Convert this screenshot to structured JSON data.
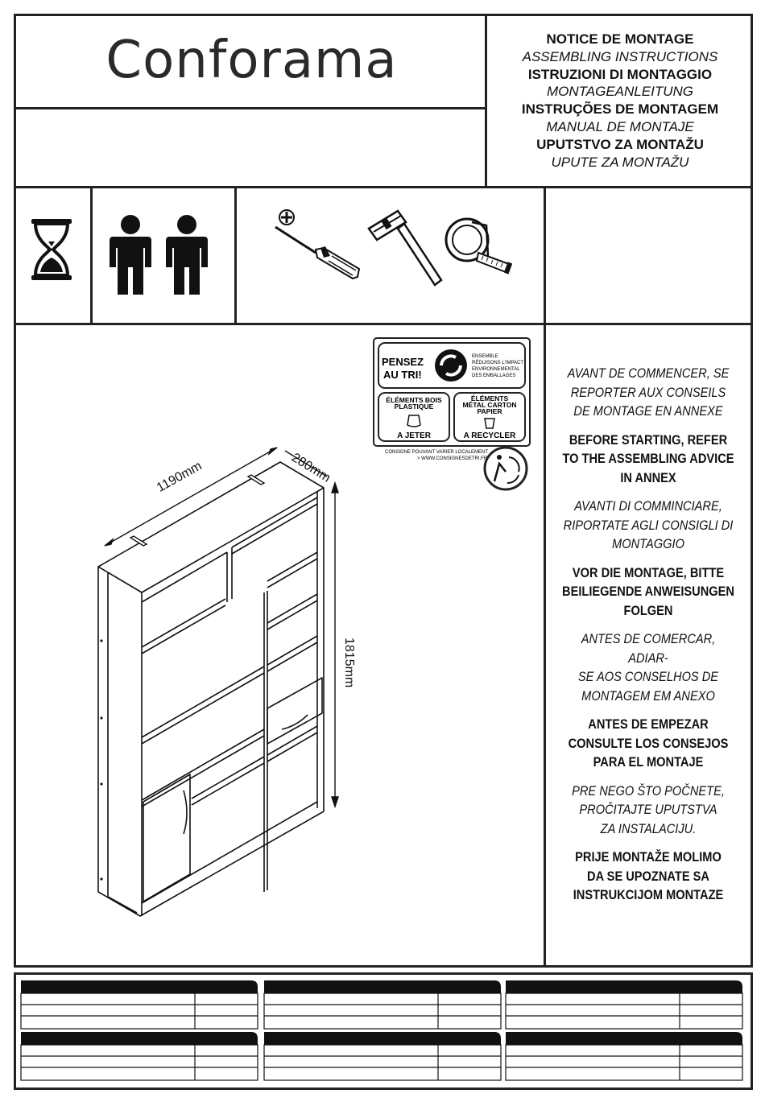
{
  "brand": {
    "logo_text": "Conforama"
  },
  "titles": [
    {
      "text": "NOTICE DE MONTAGE",
      "style": "bold"
    },
    {
      "text": "ASSEMBLING INSTRUCTIONS",
      "style": "italic"
    },
    {
      "text": "ISTRUZIONI DI MONTAGGIO",
      "style": "bold"
    },
    {
      "text": "MONTAGEANLEITUNG",
      "style": "italic"
    },
    {
      "text": "INSTRUÇÕES DE MONTAGEM",
      "style": "bold"
    },
    {
      "text": "MANUAL DE MONTAJE",
      "style": "italic"
    },
    {
      "text": "UPUTSTVO ZA MONTAŽU",
      "style": "bold"
    },
    {
      "text": "UPUTE ZA MONTAŽU",
      "style": "italic"
    }
  ],
  "requirements": {
    "time_icon": "hourglass-icon",
    "persons_icon": "two-persons-icon",
    "tools": [
      "phillips-screwdriver-icon",
      "hammer-icon",
      "tape-measure-icon"
    ]
  },
  "dimensions": {
    "width": "1190mm",
    "depth": "280mm",
    "height": "1815mm"
  },
  "recycling": {
    "pensez": "PENSEZ",
    "au_tri": "AU TRI!",
    "ensemble": [
      "ENSEMBLE",
      "RÉDUISONS L'IMPACT",
      "ENVIRONNEMENTAL",
      "DES EMBALLAGES"
    ],
    "bois_title": [
      "ÉLÉMENTS BOIS",
      "PLASTIQUE"
    ],
    "bois_action": "A JETER",
    "metal_title": [
      "ÉLÉMENTS",
      "MÉTAL CARTON",
      "PAPIER"
    ],
    "metal_action": "A RECYCLER",
    "footnote": [
      "CONSIGNE POUVANT VARIER LOCALEMENT",
      "> WWW.CONSIGNESDETRI.FR"
    ]
  },
  "advice": [
    {
      "text": "AVANT DE COMMENCER, SE\nREPORTER AUX CONSEILS\nDE MONTAGE EN ANNEXE",
      "style": "italic"
    },
    {
      "text": "BEFORE STARTING, REFER\nTO THE ASSEMBLING ADVICE\nIN ANNEX",
      "style": "bold"
    },
    {
      "text": "AVANTI DI COMMINCIARE,\nRIPORTATE AGLI CONSIGLI DI\nMONTAGGIO",
      "style": "italic"
    },
    {
      "text": "VOR DIE MONTAGE, BITTE\nBEILIEGENDE ANWEISUNGEN\nFOLGEN",
      "style": "bold"
    },
    {
      "text": "ANTES DE COMERCAR, ADIAR-\nSE AOS CONSELHOS DE\nMONTAGEM EM ANEXO",
      "style": "italic"
    },
    {
      "text": "ANTES DE EMPEZAR\nCONSULTE LOS CONSEJOS\nPARA EL MONTAJE",
      "style": "bold"
    },
    {
      "text": "PRE NEGO ŠTO POČNETE,\nPROČITAJTE UPUTSTVA\nZA INSTALACIJU.",
      "style": "italic"
    },
    {
      "text": "PRIJE MONTAŽE MOLIMO\nDA SE UPOZNATE SA\nINSTRUKCIJOM MONTAZE",
      "style": "bold"
    }
  ]
}
